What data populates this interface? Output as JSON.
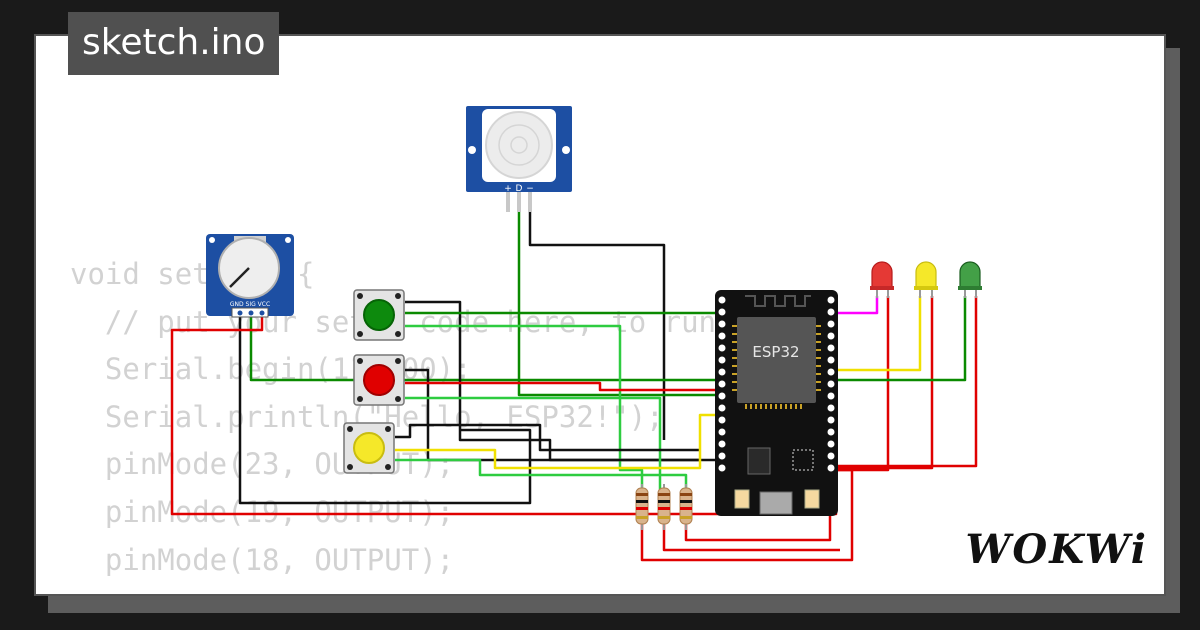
{
  "tab": {
    "title": "sketch.ino"
  },
  "code": {
    "lines": [
      "void setup() {",
      "  // put your setup code here, to run once:",
      "  Serial.begin(115200);",
      "  Serial.println(\"Hello, ESP32!\");",
      "  pinMode(23, OUTPUT);",
      "  pinMode(19, OUTPUT);",
      "  pinMode(18, OUTPUT);"
    ]
  },
  "board": {
    "label": "ESP32"
  },
  "pir": {
    "pins": [
      "+",
      "D",
      "−"
    ]
  },
  "pot": {
    "pins": "GND SIG VCC"
  },
  "brand": {
    "logo": "WOKWi"
  },
  "colors": {
    "led_red": "#e53935",
    "led_yellow": "#f5e829",
    "led_green": "#43a047",
    "wire_red": "#e00000",
    "wire_green": "#0a8a00",
    "wire_black": "#111111",
    "wire_yellow": "#f0e000",
    "wire_magenta": "#ff00ff",
    "module_blue": "#1d4fa3"
  }
}
